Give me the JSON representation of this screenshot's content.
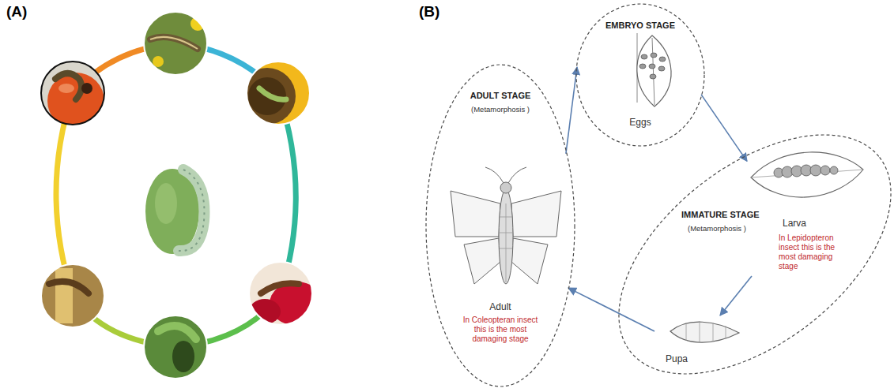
{
  "diagram": {
    "nodes": [
      {
        "text": [
          "EMBRYO STAGE",
          "Eggs"
        ]
      },
      {
        "text": [
          "ADULT STAGE",
          "(Metamorphosis )",
          "Adult",
          "In Coleopteran insect this is the most damaging stage"
        ]
      },
      {
        "text": [
          "IMMATURE STAGE",
          "(Metamorphosis )"
        ]
      },
      {
        "text": [
          "Larva",
          "In Lepidopteron insect this is the most damaging stage"
        ],
        "in": 2
      },
      {
        "text": [
          "Pupa"
        ],
        "in": 2
      }
    ],
    "edges": [
      {
        "from": 1,
        "to": 0,
        "arrow": "to"
      },
      {
        "from": 0,
        "to": 3,
        "arrow": "to"
      },
      {
        "from": 3,
        "to": 4,
        "arrow": "to"
      },
      {
        "from": 4,
        "to": 1,
        "arrow": "to"
      }
    ],
    "labels": [
      "(A)",
      "(B)"
    ]
  }
}
